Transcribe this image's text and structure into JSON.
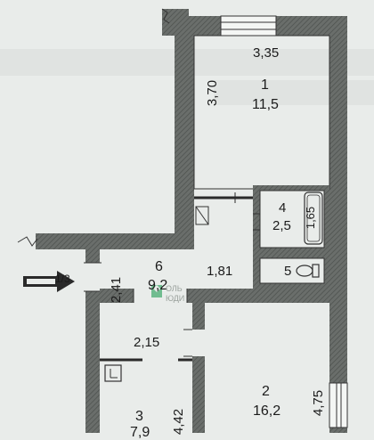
{
  "rooms": [
    {
      "number": "1",
      "area": "11,5"
    },
    {
      "number": "2",
      "area": "16,2"
    },
    {
      "number": "3",
      "area": "7,9"
    },
    {
      "number": "4",
      "area": "2,5"
    },
    {
      "number": "5",
      "area": ""
    },
    {
      "number": "6",
      "area": "9,2"
    }
  ],
  "dimensions": {
    "room1_width": "3,35",
    "room1_length": "3,70",
    "room4_length": "1,65",
    "corridor_width": "1,81",
    "hall_length": "2,41",
    "hall_width": "2,15",
    "room2_length": "4,75",
    "room3_length": "4,42"
  },
  "entrance_marker": "1/3",
  "watermark": {
    "line1": "ОЛЬ",
    "line2": "ЮДИ"
  },
  "colors": {
    "wall": "#5d615e",
    "wall_hatch": "#8a8f8b",
    "line": "#2a2a2a",
    "paper": "#e9ecea",
    "accent": "#3fa96b"
  }
}
